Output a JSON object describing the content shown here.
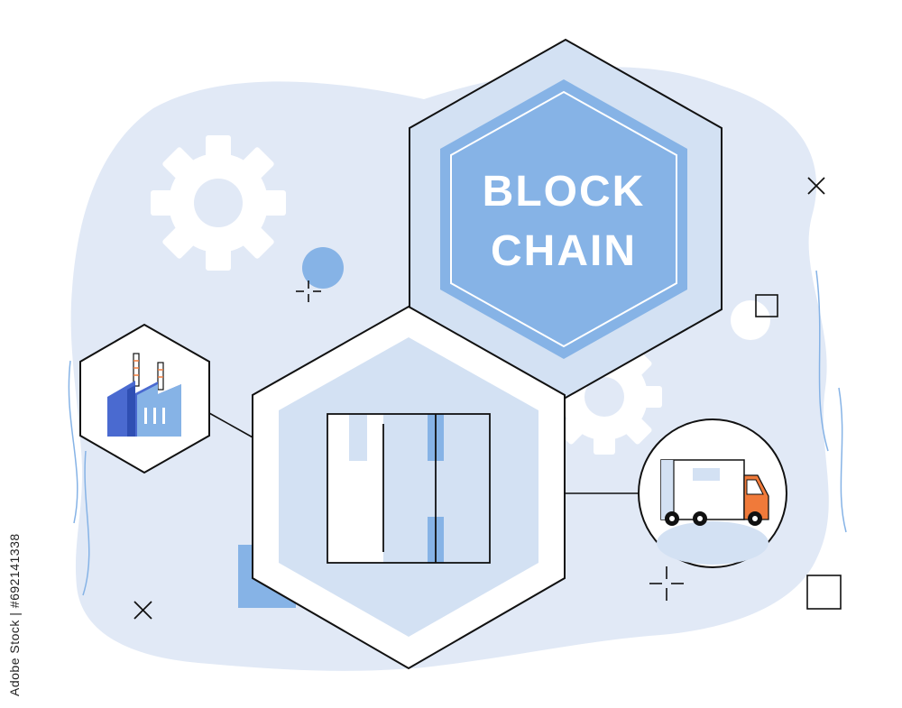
{
  "title": {
    "line1": "BLOCK",
    "line2": "CHAIN"
  },
  "watermark": {
    "text": "Adobe Stock | #692141338"
  },
  "icons": {
    "factory": "factory-icon",
    "cargo_box": "cargo-box-icon",
    "truck": "delivery-truck-icon",
    "gear": "gear-icon"
  },
  "colors": {
    "background_blob": "#e1e9f6",
    "accent_blue": "#86b3e6",
    "light_blue": "#d3e1f3",
    "factory_blue": "#4a6ad0",
    "truck_orange": "#f07a3a",
    "outline": "#111111"
  }
}
